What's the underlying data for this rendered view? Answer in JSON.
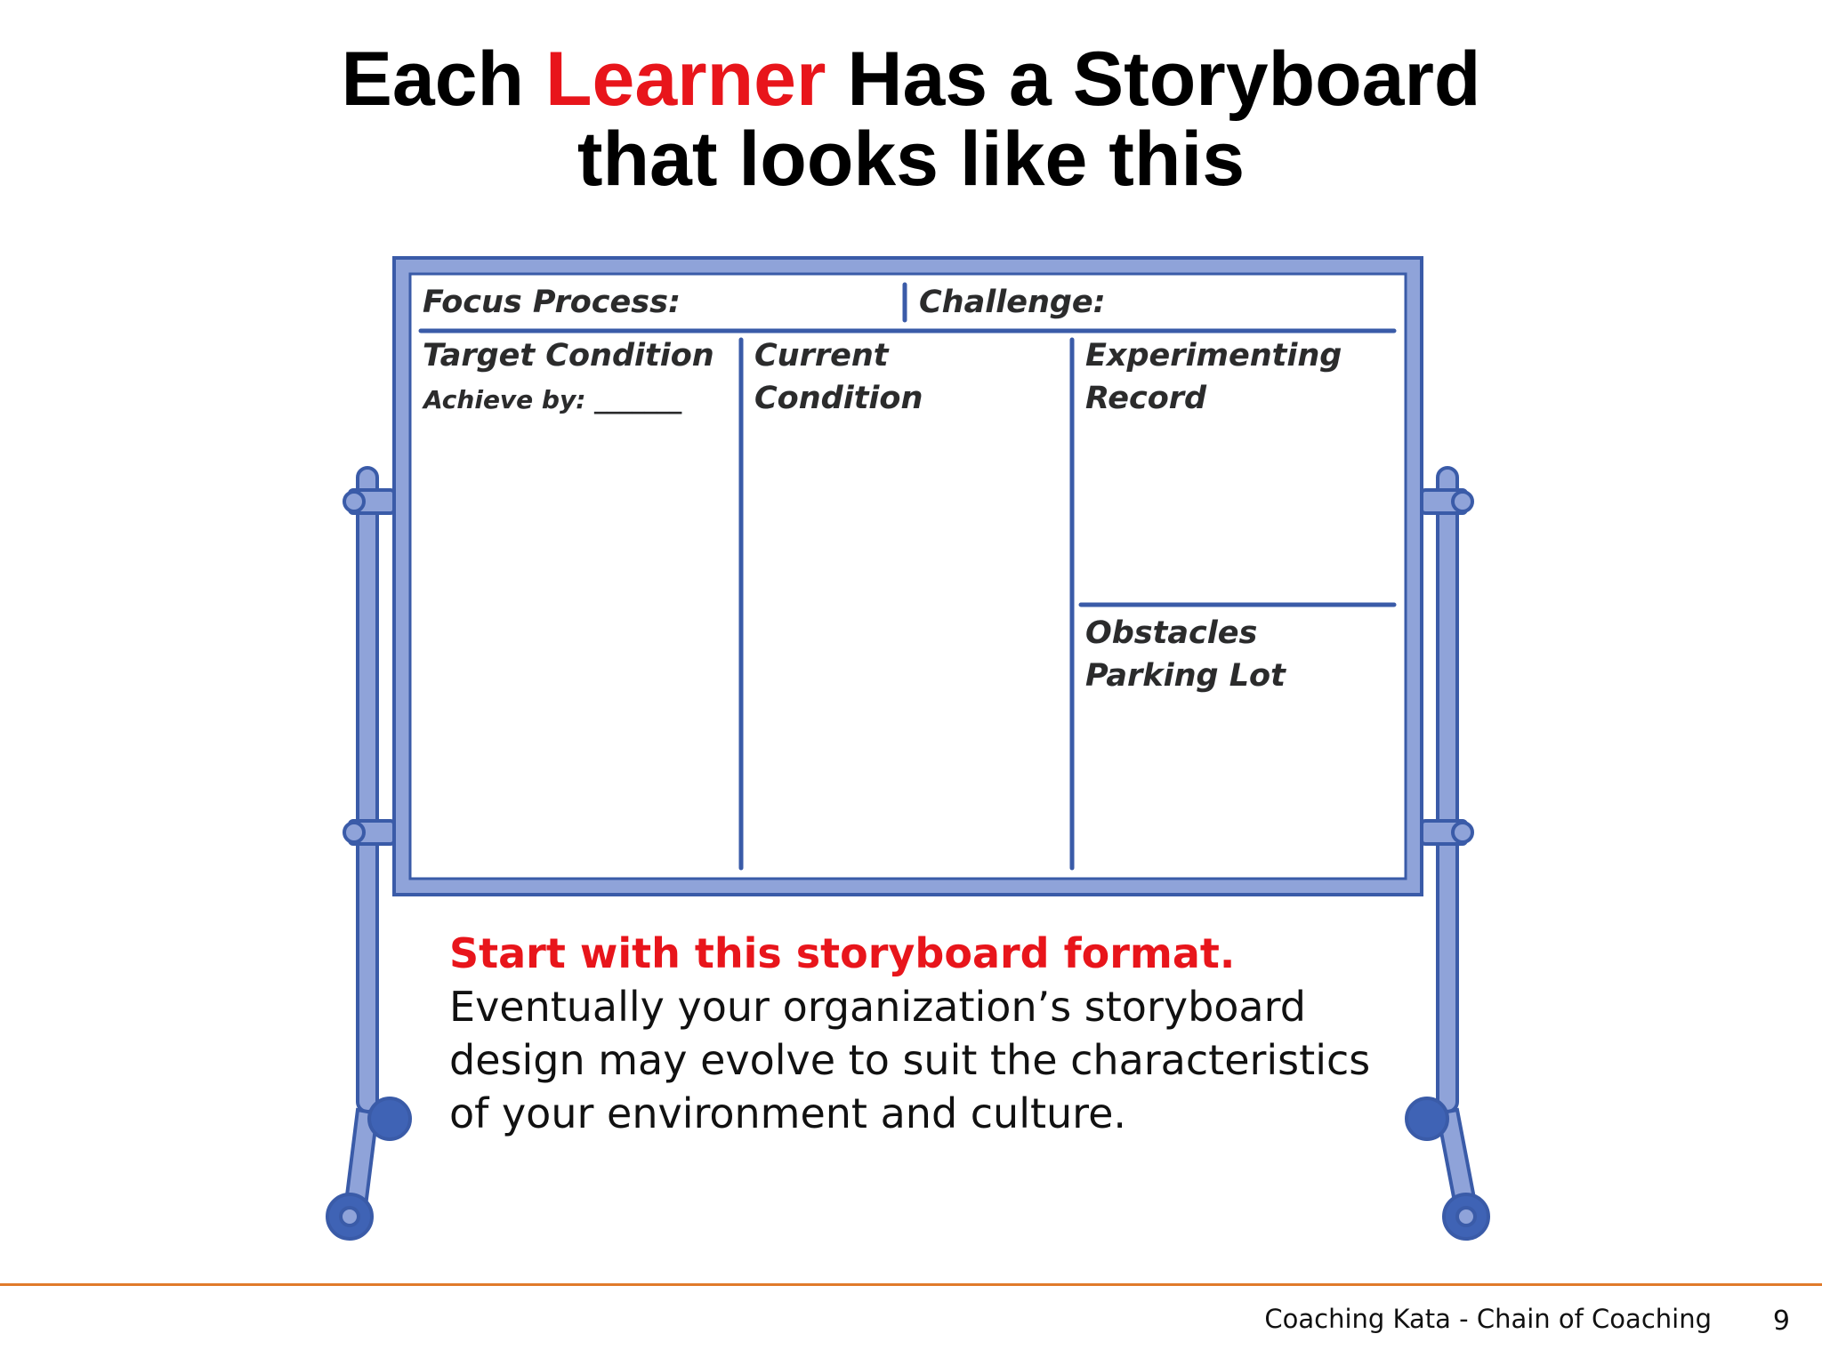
{
  "title": {
    "prefix": "Each ",
    "accent": "Learner",
    "suffix": " Has a Storyboard",
    "line2": "that looks like this",
    "accent_color": "#e8151b"
  },
  "board": {
    "focus_process": "Focus Process:",
    "challenge": "Challenge:",
    "target_condition": "Target Condition",
    "achieve_by": "Achieve by: _______",
    "current_condition": [
      "Current",
      "Condition"
    ],
    "experimenting_record": [
      "Experimenting",
      "Record"
    ],
    "obstacles_parking_lot": [
      "Obstacles",
      "Parking Lot"
    ],
    "frame_color": "#8fa3d9",
    "line_color": "#3a5ba8"
  },
  "body": {
    "lead": "Start with this storyboard format.",
    "rest": " Eventually your organization’s storyboard design may evolve to suit the characteristics of your environment and culture."
  },
  "footer": {
    "text": "Coaching Kata - Chain of Coaching",
    "page": "9",
    "rule_color": "#e07a2a"
  }
}
